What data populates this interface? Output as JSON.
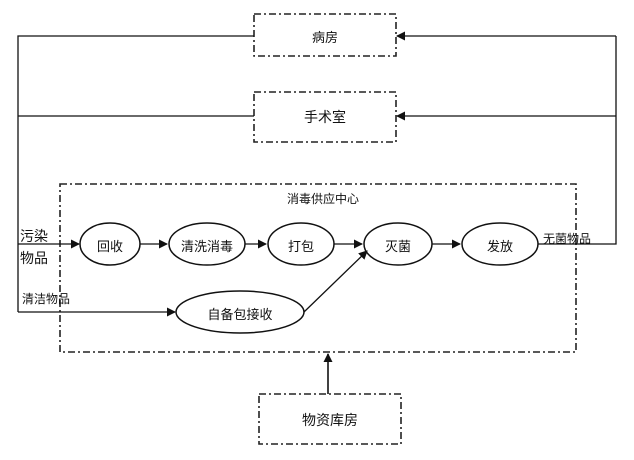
{
  "boxes": {
    "ward": "病房",
    "operating_room": "手术室",
    "center": "消毒供应中心",
    "warehouse": "物资库房"
  },
  "nodes": {
    "recycle": "回收",
    "wash": "清洗消毒",
    "pack": "打包",
    "sterilize": "灭菌",
    "dispatch": "发放",
    "self_pack": "自备包接收"
  },
  "labels": {
    "contaminated_1": "污染",
    "contaminated_2": "物品",
    "clean_items": "清洁物品",
    "sterile_items": "无菌物品"
  }
}
